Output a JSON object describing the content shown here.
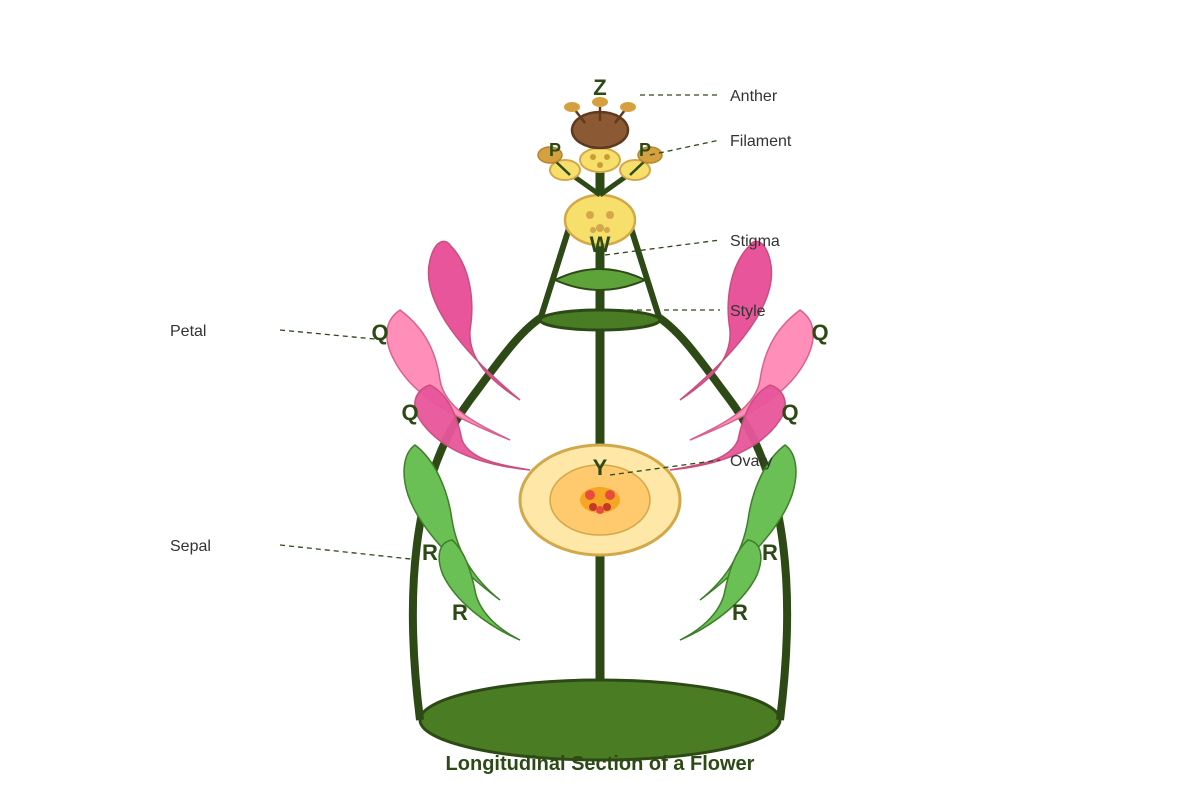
{
  "diagram": {
    "title": "Longitudinal Section of a Flower",
    "labels": {
      "anther": "Anther",
      "filament": "Filament",
      "stigma": "Stigma",
      "style": "Style",
      "ovary": "Ovary",
      "petal": "Petal",
      "sepal": "Sepal"
    },
    "letters": {
      "z": "Z",
      "p_left": "P",
      "p_right": "P",
      "w": "W",
      "q_left_top": "Q",
      "q_right_top": "Q",
      "q_left_mid": "Q",
      "q_right_mid": "Q",
      "y": "Y",
      "r_left_top": "R",
      "r_right_top": "R",
      "r_left_bottom": "R",
      "r_right_bottom": "R"
    },
    "colors": {
      "stem": "#2d4a16",
      "receptacle": "#4a7c23",
      "petal_dark": "#e8559a",
      "petal_light": "#ff8fb8",
      "sepal": "#6abf55",
      "ovary_outer": "#ffe7a8",
      "ovary_inner": "#ffc96e",
      "anther_head": "#8b5a34",
      "pollen": "#f7df6c"
    }
  }
}
